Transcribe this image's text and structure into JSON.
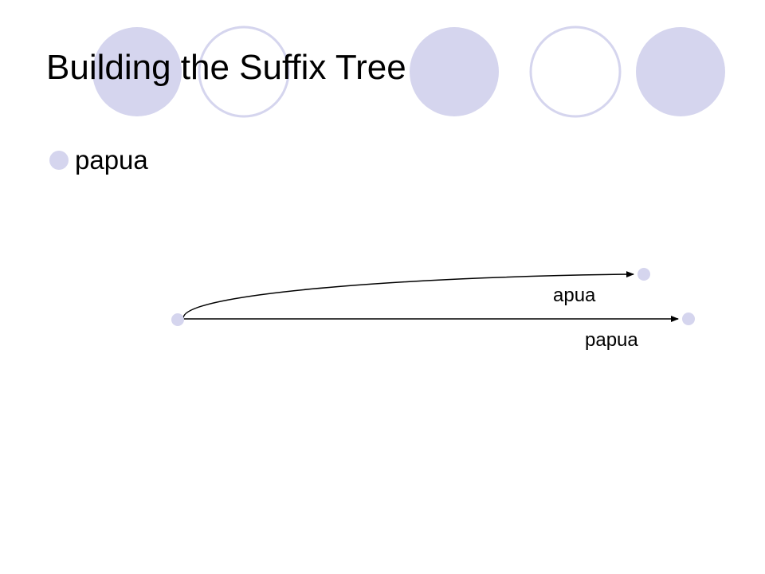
{
  "slide": {
    "title": "Building the Suffix Tree",
    "bullet": "papua"
  },
  "diagram": {
    "edges": [
      {
        "id": "edge-apua",
        "label": "apua"
      },
      {
        "id": "edge-papua",
        "label": "papua"
      }
    ]
  },
  "colors": {
    "circle_fill": "#d5d5ee",
    "circle_stroke": "#d5d5ee",
    "node_fill": "#d5d5ee",
    "edge_stroke": "#000000"
  }
}
